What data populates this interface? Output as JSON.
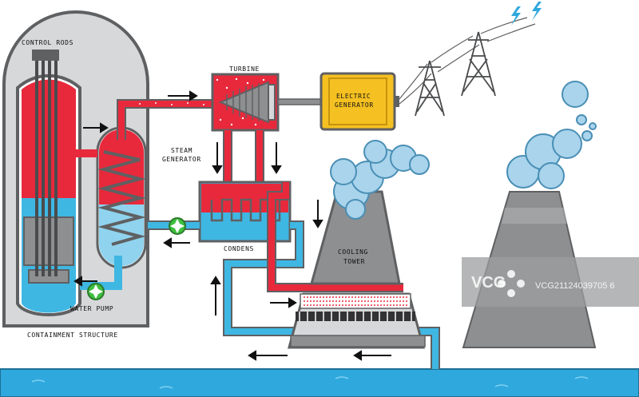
{
  "labels": {
    "control_rods": "CONTROL RODS",
    "turbine": "TURBINE",
    "electric": "ELECTRIC",
    "generator": "GENERATOR",
    "steam": "STEAM",
    "steam_generator": "GENERATOR",
    "condens": "CONDENS",
    "cooling": "COOLING",
    "tower": "TOWER",
    "water_pump": "WATER PUMP",
    "containment_structure": "CONTAINMENT STRUCTURE"
  },
  "watermark": {
    "logo": "VCG",
    "id": "VCG21124039705 6"
  },
  "colors": {
    "red": "#e8293c",
    "blue": "#3fb7e3",
    "blue_light": "#8fd3ee",
    "gray_dark": "#5f6062",
    "gray_mid": "#8d8f91",
    "gray_light": "#d7d8da",
    "yellow": "#f5c021",
    "cloud": "#a9d4ec",
    "water": "#2fa8dd"
  },
  "icons": [
    "pump-icon",
    "lightning-icon",
    "transmission-tower-icon",
    "flow-arrow-icon"
  ]
}
